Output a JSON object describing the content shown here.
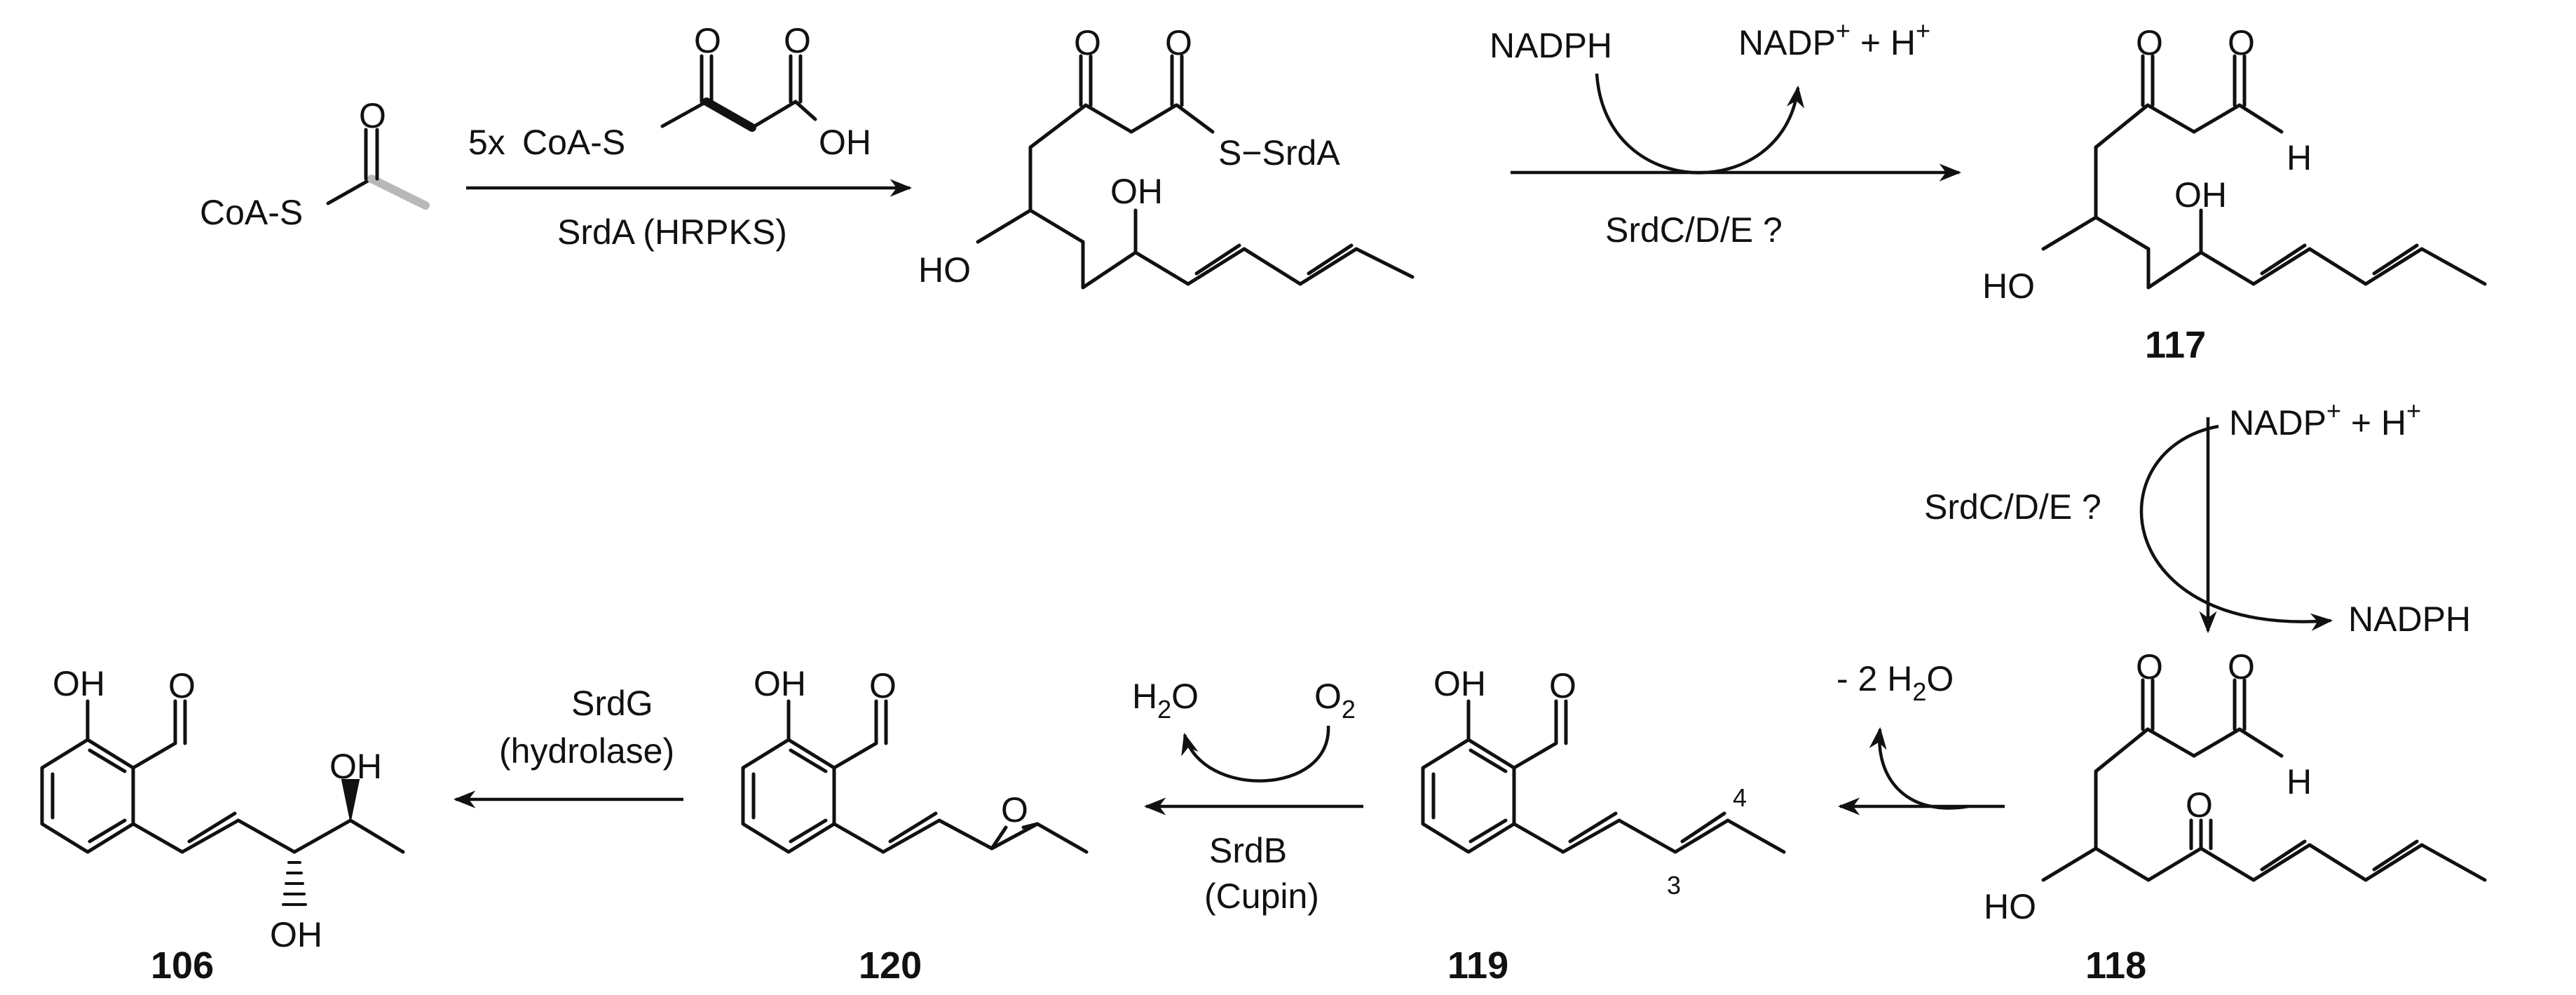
{
  "atoms": {
    "coa_s": "CoA-S",
    "o": "O",
    "oh": "OH",
    "ho": "HO",
    "h": "H",
    "s_srda": "S−SrdA"
  },
  "water_h": "H",
  "water_sub": "2",
  "water_o": "O",
  "o2_o": "O",
  "o2_sub": "2",
  "step1": {
    "reagent_prefix": "5x",
    "enzyme": "SrdA (HRPKS)"
  },
  "step2": {
    "cofactor_in": "NADPH",
    "cofactor_out": "NADP",
    "plus_sup": "+",
    "plus_h": " + H",
    "enzyme": "SrdC/D/E ?"
  },
  "step3": {
    "cofactor_in": "NADP",
    "plus_sup": "+",
    "plus_h": " + H",
    "cofactor_out": "NADPH",
    "enzyme": "SrdC/D/E ?"
  },
  "step4": {
    "byproduct_prefix": "- 2 "
  },
  "step5": {
    "enzyme": "SrdB",
    "enzyme_type": "(Cupin)"
  },
  "step6": {
    "enzyme": "SrdG",
    "enzyme_type": "(hydrolase)"
  },
  "compounds": {
    "c117": "117",
    "c118": "118",
    "c119": "119",
    "c120": "120",
    "c106": "106"
  },
  "locants": {
    "c3": "3",
    "c4": "4"
  }
}
